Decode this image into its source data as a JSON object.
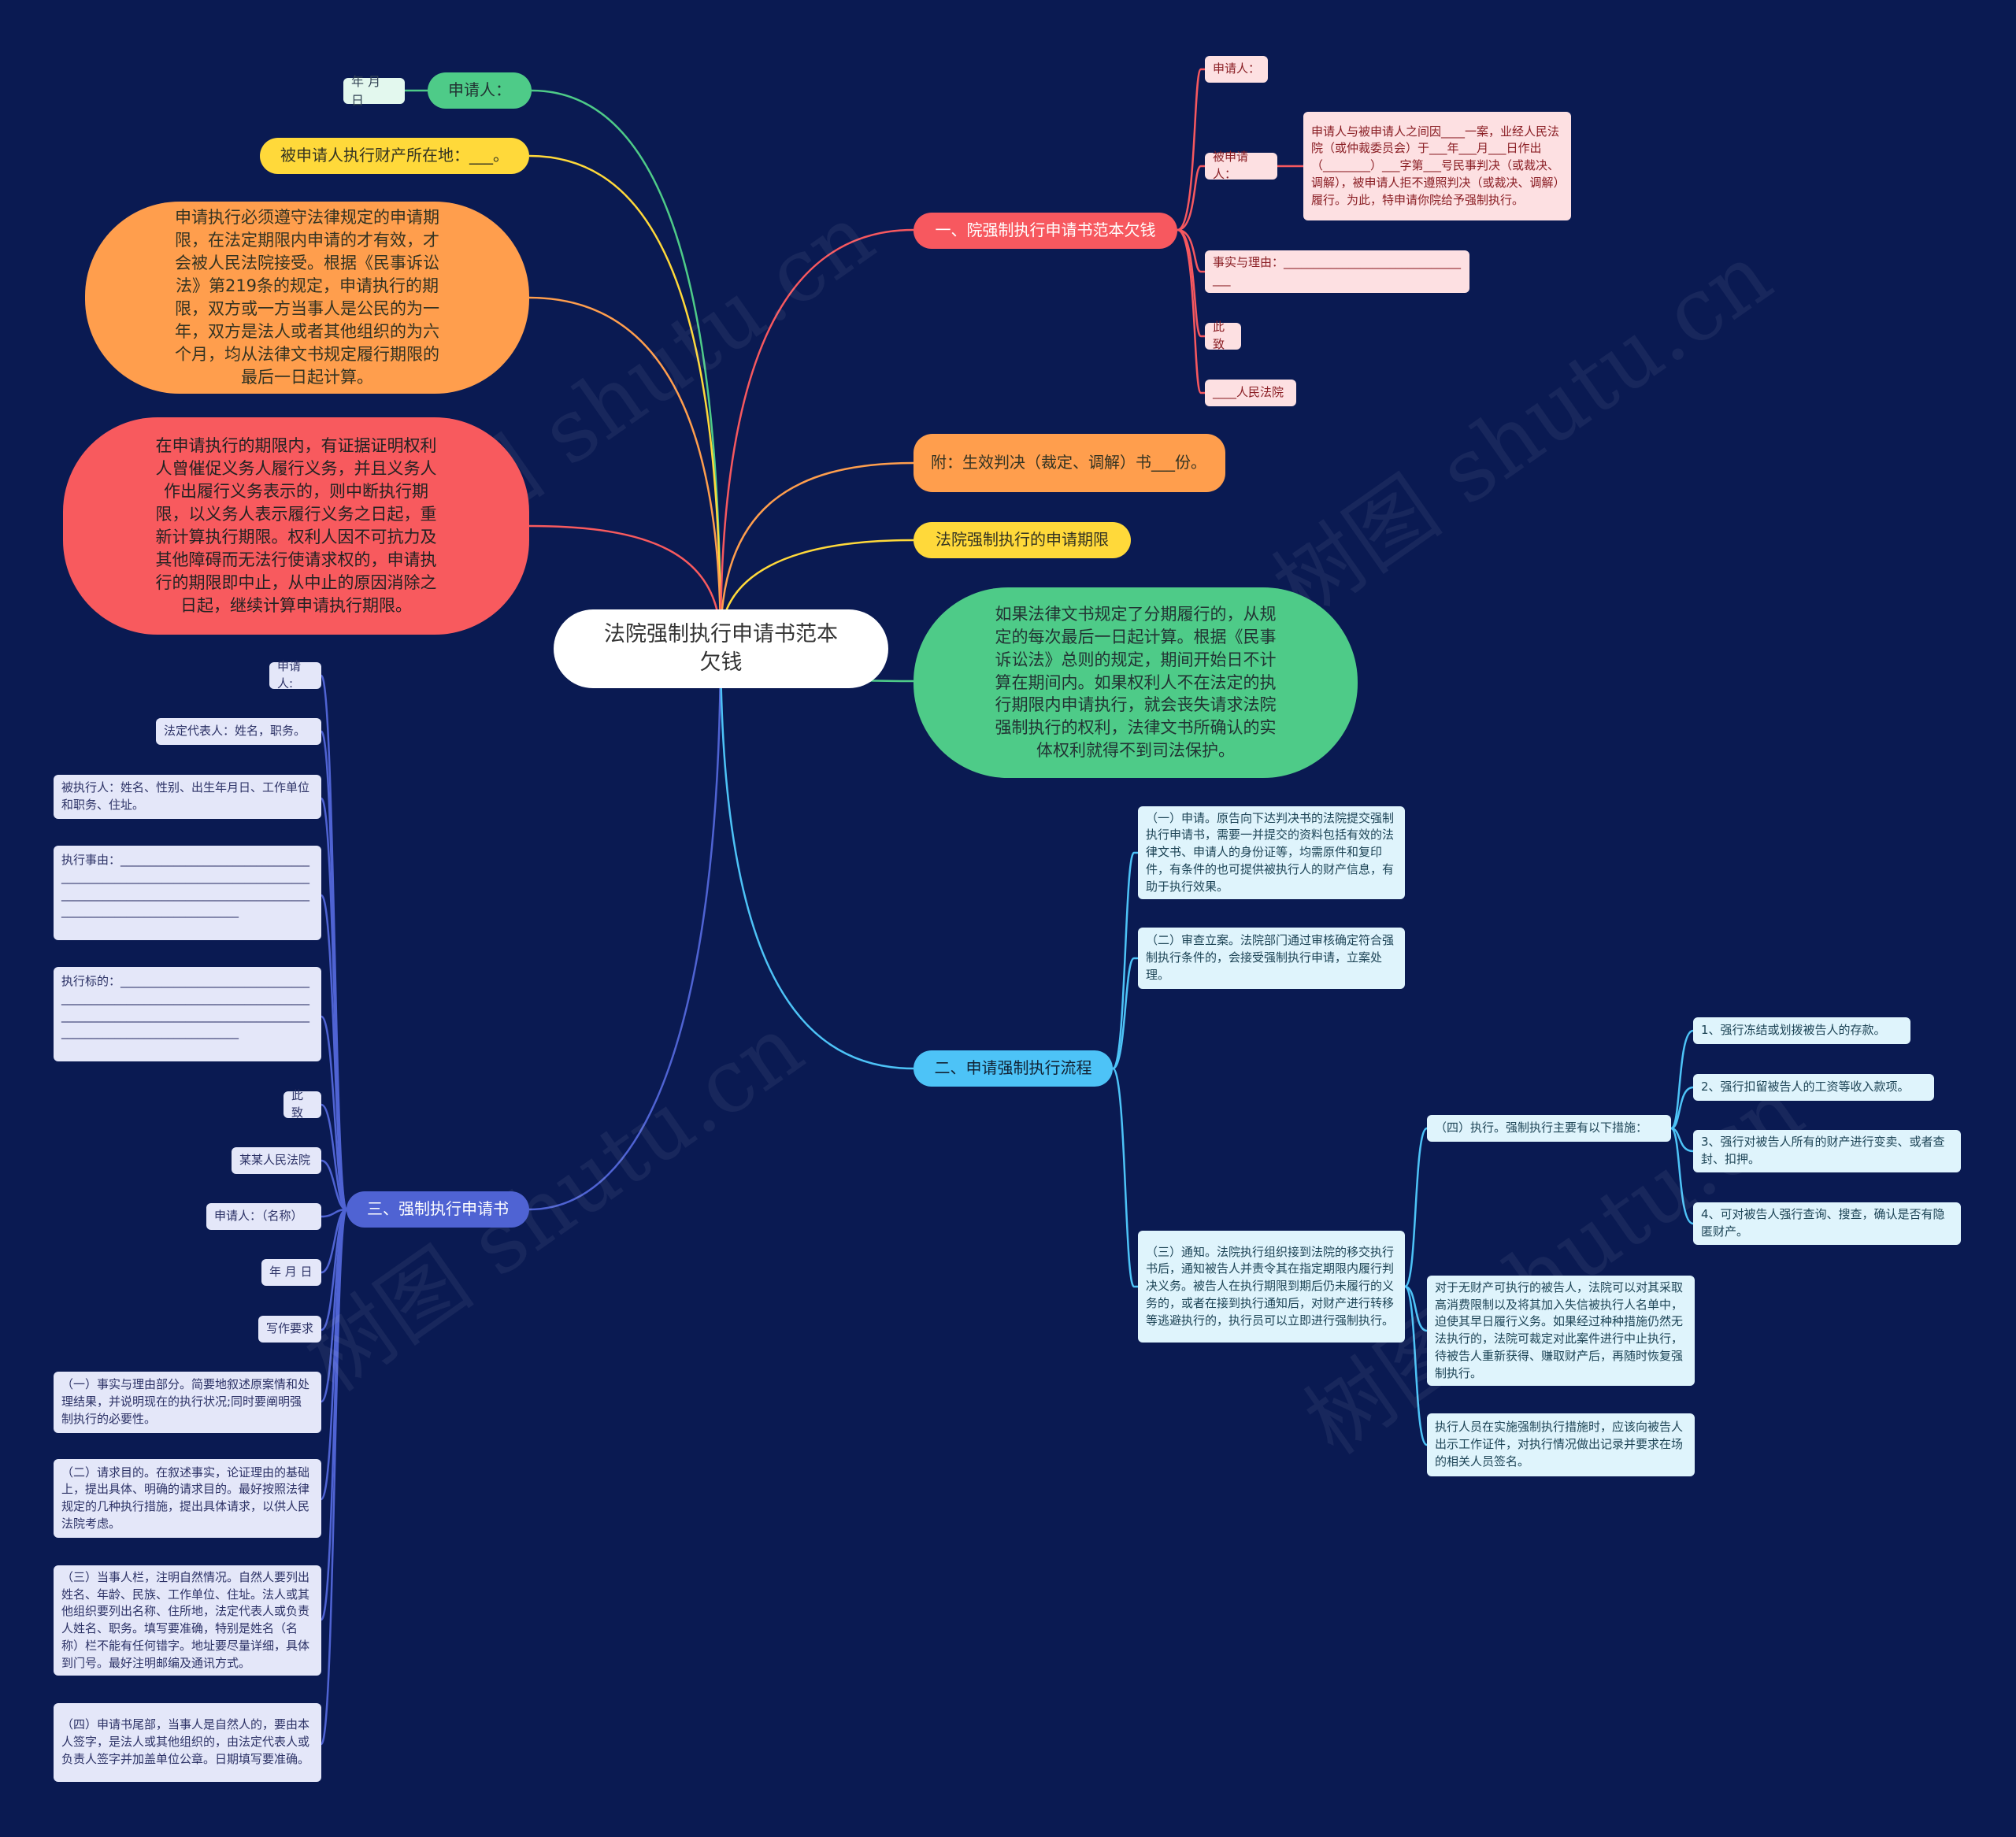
{
  "center": {
    "title": "法院强制执行申请书范本欠钱"
  },
  "left": {
    "applicant": "申请人：",
    "date": "年 月 日",
    "property": "被申请人执行财产所在地：___。",
    "orange_note": "申请执行必须遵守法律规定的申请期限，在法定期限内申请的才有效，才会被人民法院接受。根据《民事诉讼法》第219条的规定，申请执行的期限，双方或一方当事人是公民的为一年，双方是法人或者其他组织的为六个月，均从法律文书规定履行期限的最后一日起计算。",
    "red_note": "在申请执行的期限内，有证据证明权利人曾催促义务人履行义务，并且义务人作出履行义务表示的，则中断执行期限，以义务人表示履行义务之日起，重新计算执行期限。权利人因不可抗力及其他障碍而无法行使请求权的，申请执行的期限即中止，从中止的原因消除之日起，继续计算申请执行期限。"
  },
  "branch1": {
    "title": "一、院强制执行申请书范本欠钱",
    "applicant": "申请人：",
    "respondent": "被申请人：",
    "respondent_detail": "申请人与被申请人之间因____一案，业经人民法院（或仲裁委员会）于___年___月___日作出（________）___字第___号民事判决（或裁决、调解），被申请人拒不遵照判决（或裁决、调解）履行。为此，特申请你院给予强制执行。",
    "facts": "事实与理由：_________________________________",
    "ci_zhi": "此致",
    "court": "____人民法院"
  },
  "attach": "附：生效判决（裁定、调解）书___份。",
  "period_title": "法院强制执行的申请期限",
  "green_note": "如果法律文书规定了分期履行的，从规定的每次最后一日起计算。根据《民事诉讼法》总则的规定，期间开始日不计算在期间内。如果权利人不在法定的执行期限内申请执行，就会丧失请求法院强制执行的权利，法律文书所确认的实体权利就得不到司法保护。",
  "branch2": {
    "title": "二、申请强制执行流程",
    "step1": "（一）申请。原告向下达判决书的法院提交强制执行申请书，需要一并提交的资料包括有效的法律文书、申请人的身份证等，均需原件和复印件，有条件的也可提供被执行人的财产信息，有助于执行效果。",
    "step2": "（二）审查立案。法院部门通过审核确定符合强制执行条件的，会接受强制执行申请，立案处理。",
    "step3": "（三）通知。法院执行组织接到法院的移交执行书后，通知被告人并责令其在指定期限内履行判决义务。被告人在执行期限到期后仍未履行的义务的，或者在接到执行通知后，对财产进行转移等逃避执行的，执行员可以立即进行强制执行。",
    "step4": "（四）执行。强制执行主要有以下措施：",
    "measures": [
      "1、强行冻结或划拨被告人的存款。",
      "2、强行扣留被告人的工资等收入款项。",
      "3、强行对被告人所有的财产进行变卖、或者查封、扣押。",
      "4、可对被告人强行查询、搜查，确认是否有隐匿财产。"
    ],
    "no_property": "对于无财产可执行的被告人，法院可以对其采取高消费限制以及将其加入失信被执行人名单中，迫使其早日履行义务。如果经过种种措施仍然无法执行的，法院可裁定对此案件进行中止执行，待被告人重新获得、赚取财产后，再随时恢复强制执行。",
    "certificate": "执行人员在实施强制执行措施时，应该向被告人出示工作证件，对执行情况做出记录并要求在场的相关人员签名。"
  },
  "branch3": {
    "title": "三、强制执行申请书",
    "items": [
      "申请人:",
      "法定代表人：姓名，职务。",
      "被执行人：姓名、性别、出生年月日、工作单位和职务、住址。",
      "执行事由：__________________________________________________________________________________________________________________________________________________",
      "执行标的：__________________________________________________________________________________________________________________________________________________",
      "此致",
      "某某人民法院",
      "申请人：（名称）",
      "年 月 日",
      "写作要求",
      "（一）事实与理由部分。简要地叙述原案情和处理结果，并说明现在的执行状况;同时要阐明强制执行的必要性。",
      "（二）请求目的。在叙述事实，论证理由的基础上，提出具体、明确的请求目的。最好按照法律规定的几种执行措施，提出具体请求，以供人民法院考虑。",
      "（三）当事人栏，注明自然情况。自然人要列出姓名、年龄、民族、工作单位、住址。法人或其他组织要列出名称、住所地，法定代表人或负责人姓名、职务。填写要准确，特别是姓名（名称）栏不能有任何错字。地址要尽量详细，具体到门号。最好注明邮编及通讯方式。",
      "（四）申请书尾部，当事人是自然人的，要由本人签字，是法人或其他组织的，由法定代表人或负责人签字并加盖单位公章。日期填写要准确。"
    ]
  },
  "watermark": "树图 shutu.cn",
  "colors": {
    "background": "#0a1a52",
    "green": "#4ecb88",
    "yellow": "#ffd93a",
    "orange": "#ff9e4d",
    "red": "#f85a5e",
    "blue": "#4dc3f7",
    "indigo": "#4f63d3"
  }
}
